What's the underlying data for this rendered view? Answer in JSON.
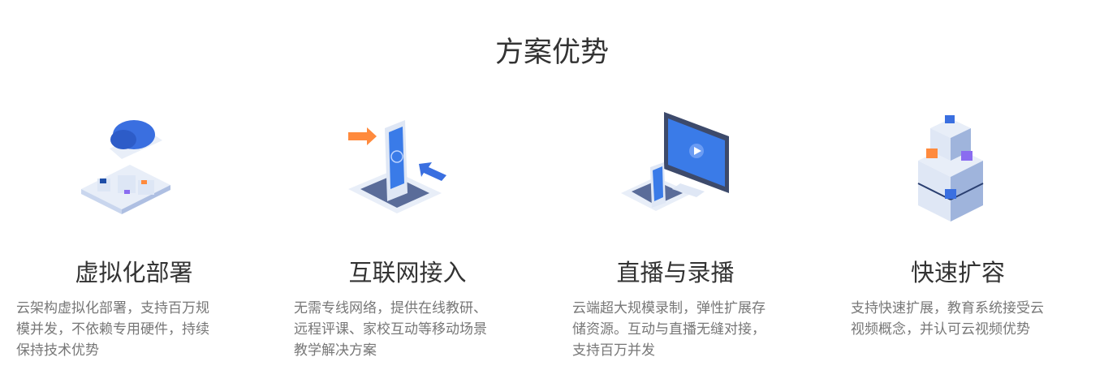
{
  "section_title": "方案优势",
  "features": [
    {
      "title": "虚拟化部署",
      "description": "云架构虚拟化部署，支持百万规模并发，不依赖专用硬件，持续保持技术优势",
      "icon": "cloud-server-icon"
    },
    {
      "title": "互联网接入",
      "description": "无需专线网络，提供在线教研、远程评课、家校互动等移动场景教学解决方案",
      "icon": "mobile-access-icon"
    },
    {
      "title": "直播与录播",
      "description": "云端超大规模录制，弹性扩展存储资源。互动与直播无缝对接，支持百万并发",
      "icon": "live-video-icon"
    },
    {
      "title": "快速扩容",
      "description": "支持快速扩展，教育系统接受云视频概念，并认可云视频优势",
      "icon": "server-stack-icon"
    }
  ]
}
